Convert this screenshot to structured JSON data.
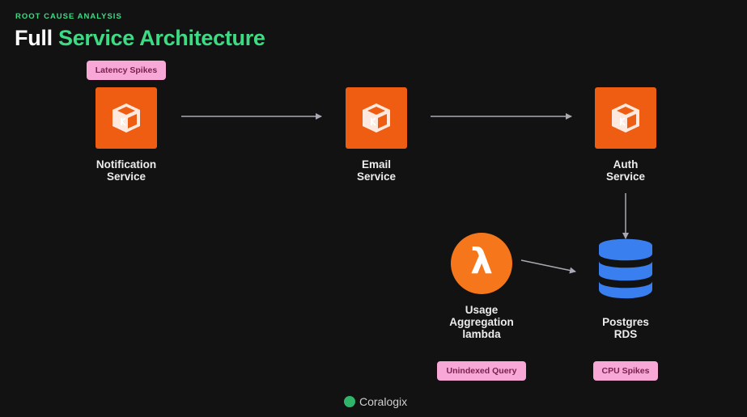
{
  "header": {
    "eyebrow": "ROOT CAUSE ANALYSIS",
    "title_prefix": "Full",
    "title_highlight": "Service Architecture"
  },
  "nodes": {
    "notification": {
      "label_line1": "Notification",
      "label_line2": "Service",
      "icon": "aws-ecs-container-icon",
      "tag": "Latency Spikes"
    },
    "email": {
      "label_line1": "Email",
      "label_line2": "Service",
      "icon": "aws-ecs-container-icon"
    },
    "auth": {
      "label_line1": "Auth",
      "label_line2": "Service",
      "icon": "aws-ecs-container-icon"
    },
    "lambda": {
      "label_line1": "Usage",
      "label_line2": "Aggregation",
      "label_line3": "lambda",
      "icon": "lambda-icon",
      "glyph": "λ",
      "tag": "Unindexed Query"
    },
    "postgres": {
      "label_line1": "Postgres",
      "label_line2": "RDS",
      "icon": "database-icon",
      "tag": "CPU Spikes"
    }
  },
  "edges": [
    {
      "from": "notification",
      "to": "email"
    },
    {
      "from": "email",
      "to": "auth"
    },
    {
      "from": "auth",
      "to": "postgres"
    },
    {
      "from": "lambda",
      "to": "postgres"
    }
  ],
  "footer": {
    "brand": "Coralogix"
  },
  "colors": {
    "background": "#121212",
    "accent_green": "#3ddc84",
    "service_orange": "#ee5d12",
    "lambda_orange": "#f6761b",
    "db_blue": "#3a7ff0",
    "tag_pink": "#f7a8d6",
    "tag_text": "#7a1f4e",
    "arrow": "#a9a9b3"
  }
}
